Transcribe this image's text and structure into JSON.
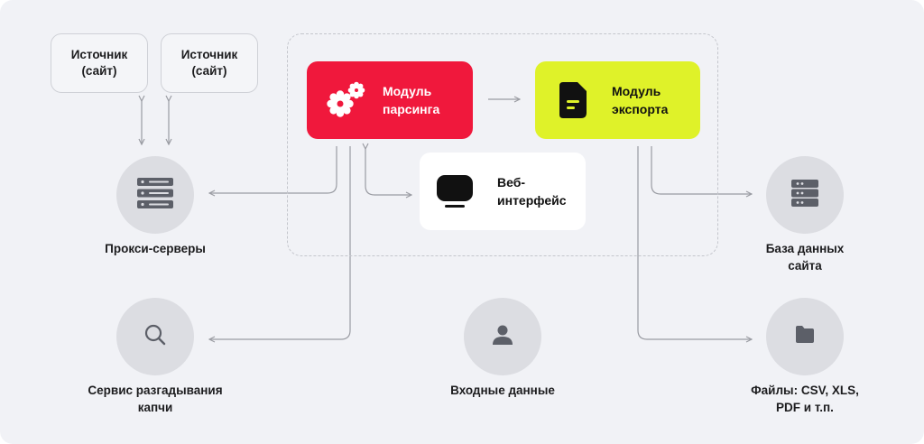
{
  "sources": [
    {
      "label": "Источник\n(сайт)"
    },
    {
      "label": "Источник\n(сайт)"
    }
  ],
  "modules": {
    "parsing": {
      "label": "Модуль\nпарсинга",
      "color": "#f0183c"
    },
    "export": {
      "label": "Модуль\nэкспорта",
      "color": "#dff229"
    },
    "web": {
      "label": "Веб-\nинтерфейс"
    }
  },
  "nodes": {
    "proxy": {
      "label": "Прокси-серверы",
      "icon": "server-icon"
    },
    "database": {
      "label": "База данных\nсайта",
      "icon": "database-icon"
    },
    "captcha": {
      "label": "Сервис разгадывания\nкапчи",
      "icon": "search-icon"
    },
    "input": {
      "label": "Входные данные",
      "icon": "user-icon"
    },
    "files": {
      "label": "Файлы: CSV, XLS,\nPDF и т.п.",
      "icon": "folder-icon"
    }
  },
  "colors": {
    "background": "#f1f2f6",
    "line": "#9a9ca3",
    "node": "#dcdde2",
    "icon": "#5c5f68"
  }
}
